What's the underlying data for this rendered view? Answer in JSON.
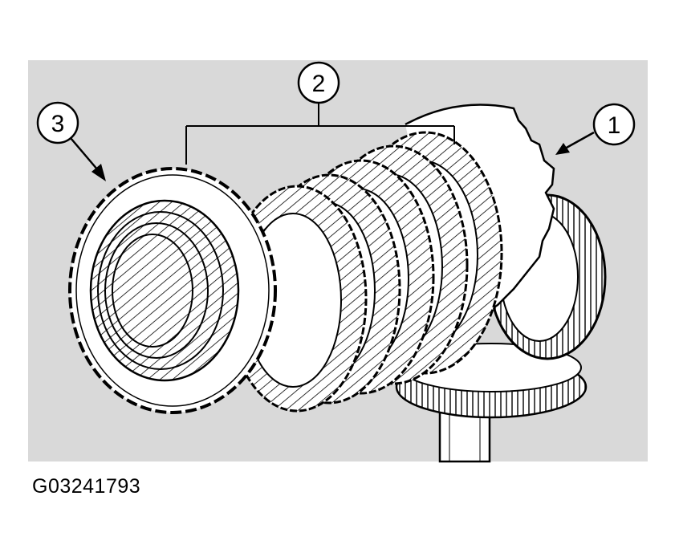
{
  "figure": {
    "panel_color": "#d9d9d9",
    "line_color": "#000000",
    "callouts": [
      {
        "label": "1",
        "target": "housing-ring"
      },
      {
        "label": "2",
        "target": "clutch-plate-stack"
      },
      {
        "label": "3",
        "target": "front-steel-plate"
      }
    ],
    "figure_id": "G03241793"
  }
}
